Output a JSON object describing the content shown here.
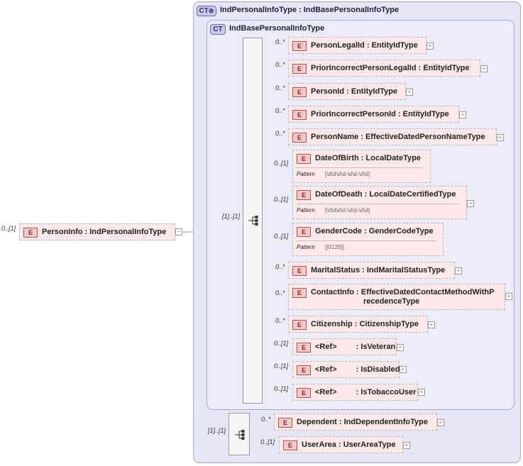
{
  "outer_type": {
    "badge": "CT",
    "title": "IndPersonalInfoType : IndBasePersonalInfoType"
  },
  "base_type": {
    "badge": "CT",
    "title": "IndBasePersonalInfoType"
  },
  "root": {
    "badge": "E",
    "name": "PersonInfo",
    "type": "IndPersonalInfoType",
    "cardinality": "0..[1]",
    "collapse_glyph": "−"
  },
  "sequence_labels": {
    "base": "[1]..[1]",
    "outer": "[1]..[1]"
  },
  "separator": " : ",
  "pattern_label": "Pattern",
  "expand_glyph": "+",
  "ref_label": "<Ref>",
  "elements": [
    {
      "badge": "E",
      "name": "PersonLegalId",
      "type": "EntityIdType",
      "cardinality": "0..*"
    },
    {
      "badge": "E",
      "name": "PriorIncorrectPersonLegalId",
      "type": "EntityIdType",
      "cardinality": "0..*"
    },
    {
      "badge": "E",
      "name": "PersonId",
      "type": "EntityIdType",
      "cardinality": "0..*"
    },
    {
      "badge": "E",
      "name": "PriorIncorrectPersonId",
      "type": "EntityIdType",
      "cardinality": "0..*"
    },
    {
      "badge": "E",
      "name": "PersonName",
      "type": "EffectiveDatedPersonNameType",
      "cardinality": "0..*"
    },
    {
      "badge": "E",
      "name": "DateOfBirth",
      "type": "LocalDateType",
      "cardinality": "0..[1]",
      "pattern": "[\\d\\d\\d\\d-\\d\\d-\\d\\d]"
    },
    {
      "badge": "E",
      "name": "DateOfDeath",
      "type": "LocalDateCertifiedType",
      "cardinality": "0..[1]",
      "pattern": "[\\d\\d\\d\\d-\\d\\d-\\d\\d]"
    },
    {
      "badge": "E",
      "name": "GenderCode",
      "type": "GenderCodeType",
      "cardinality": "0..[1]",
      "pattern": "[[0129]]"
    },
    {
      "badge": "E",
      "name": "MaritalStatus",
      "type": "IndMaritalStatusType",
      "cardinality": "0..*"
    },
    {
      "badge": "E",
      "name": "ContactInfo",
      "type_line1": "EffectiveDatedContactMethodWithP",
      "type_line2": "recedenceType",
      "cardinality": "0..*"
    },
    {
      "badge": "E",
      "name": "Citizenship",
      "type": "CitizenshipType",
      "cardinality": "0..*"
    },
    {
      "badge": "E",
      "name": "IsVeteran",
      "cardinality": "0..[1]"
    },
    {
      "badge": "E",
      "name": "IsDisabled",
      "cardinality": "0..[1]"
    },
    {
      "badge": "E",
      "name": "IsTobaccoUser",
      "cardinality": "0..[1]"
    }
  ],
  "outer_elements": [
    {
      "badge": "E",
      "name": "Dependent",
      "type": "IndDependentInfoType",
      "cardinality": "0..*"
    },
    {
      "badge": "E",
      "name": "UserArea",
      "type": "UserAreaType",
      "cardinality": "0..[1]"
    }
  ]
}
